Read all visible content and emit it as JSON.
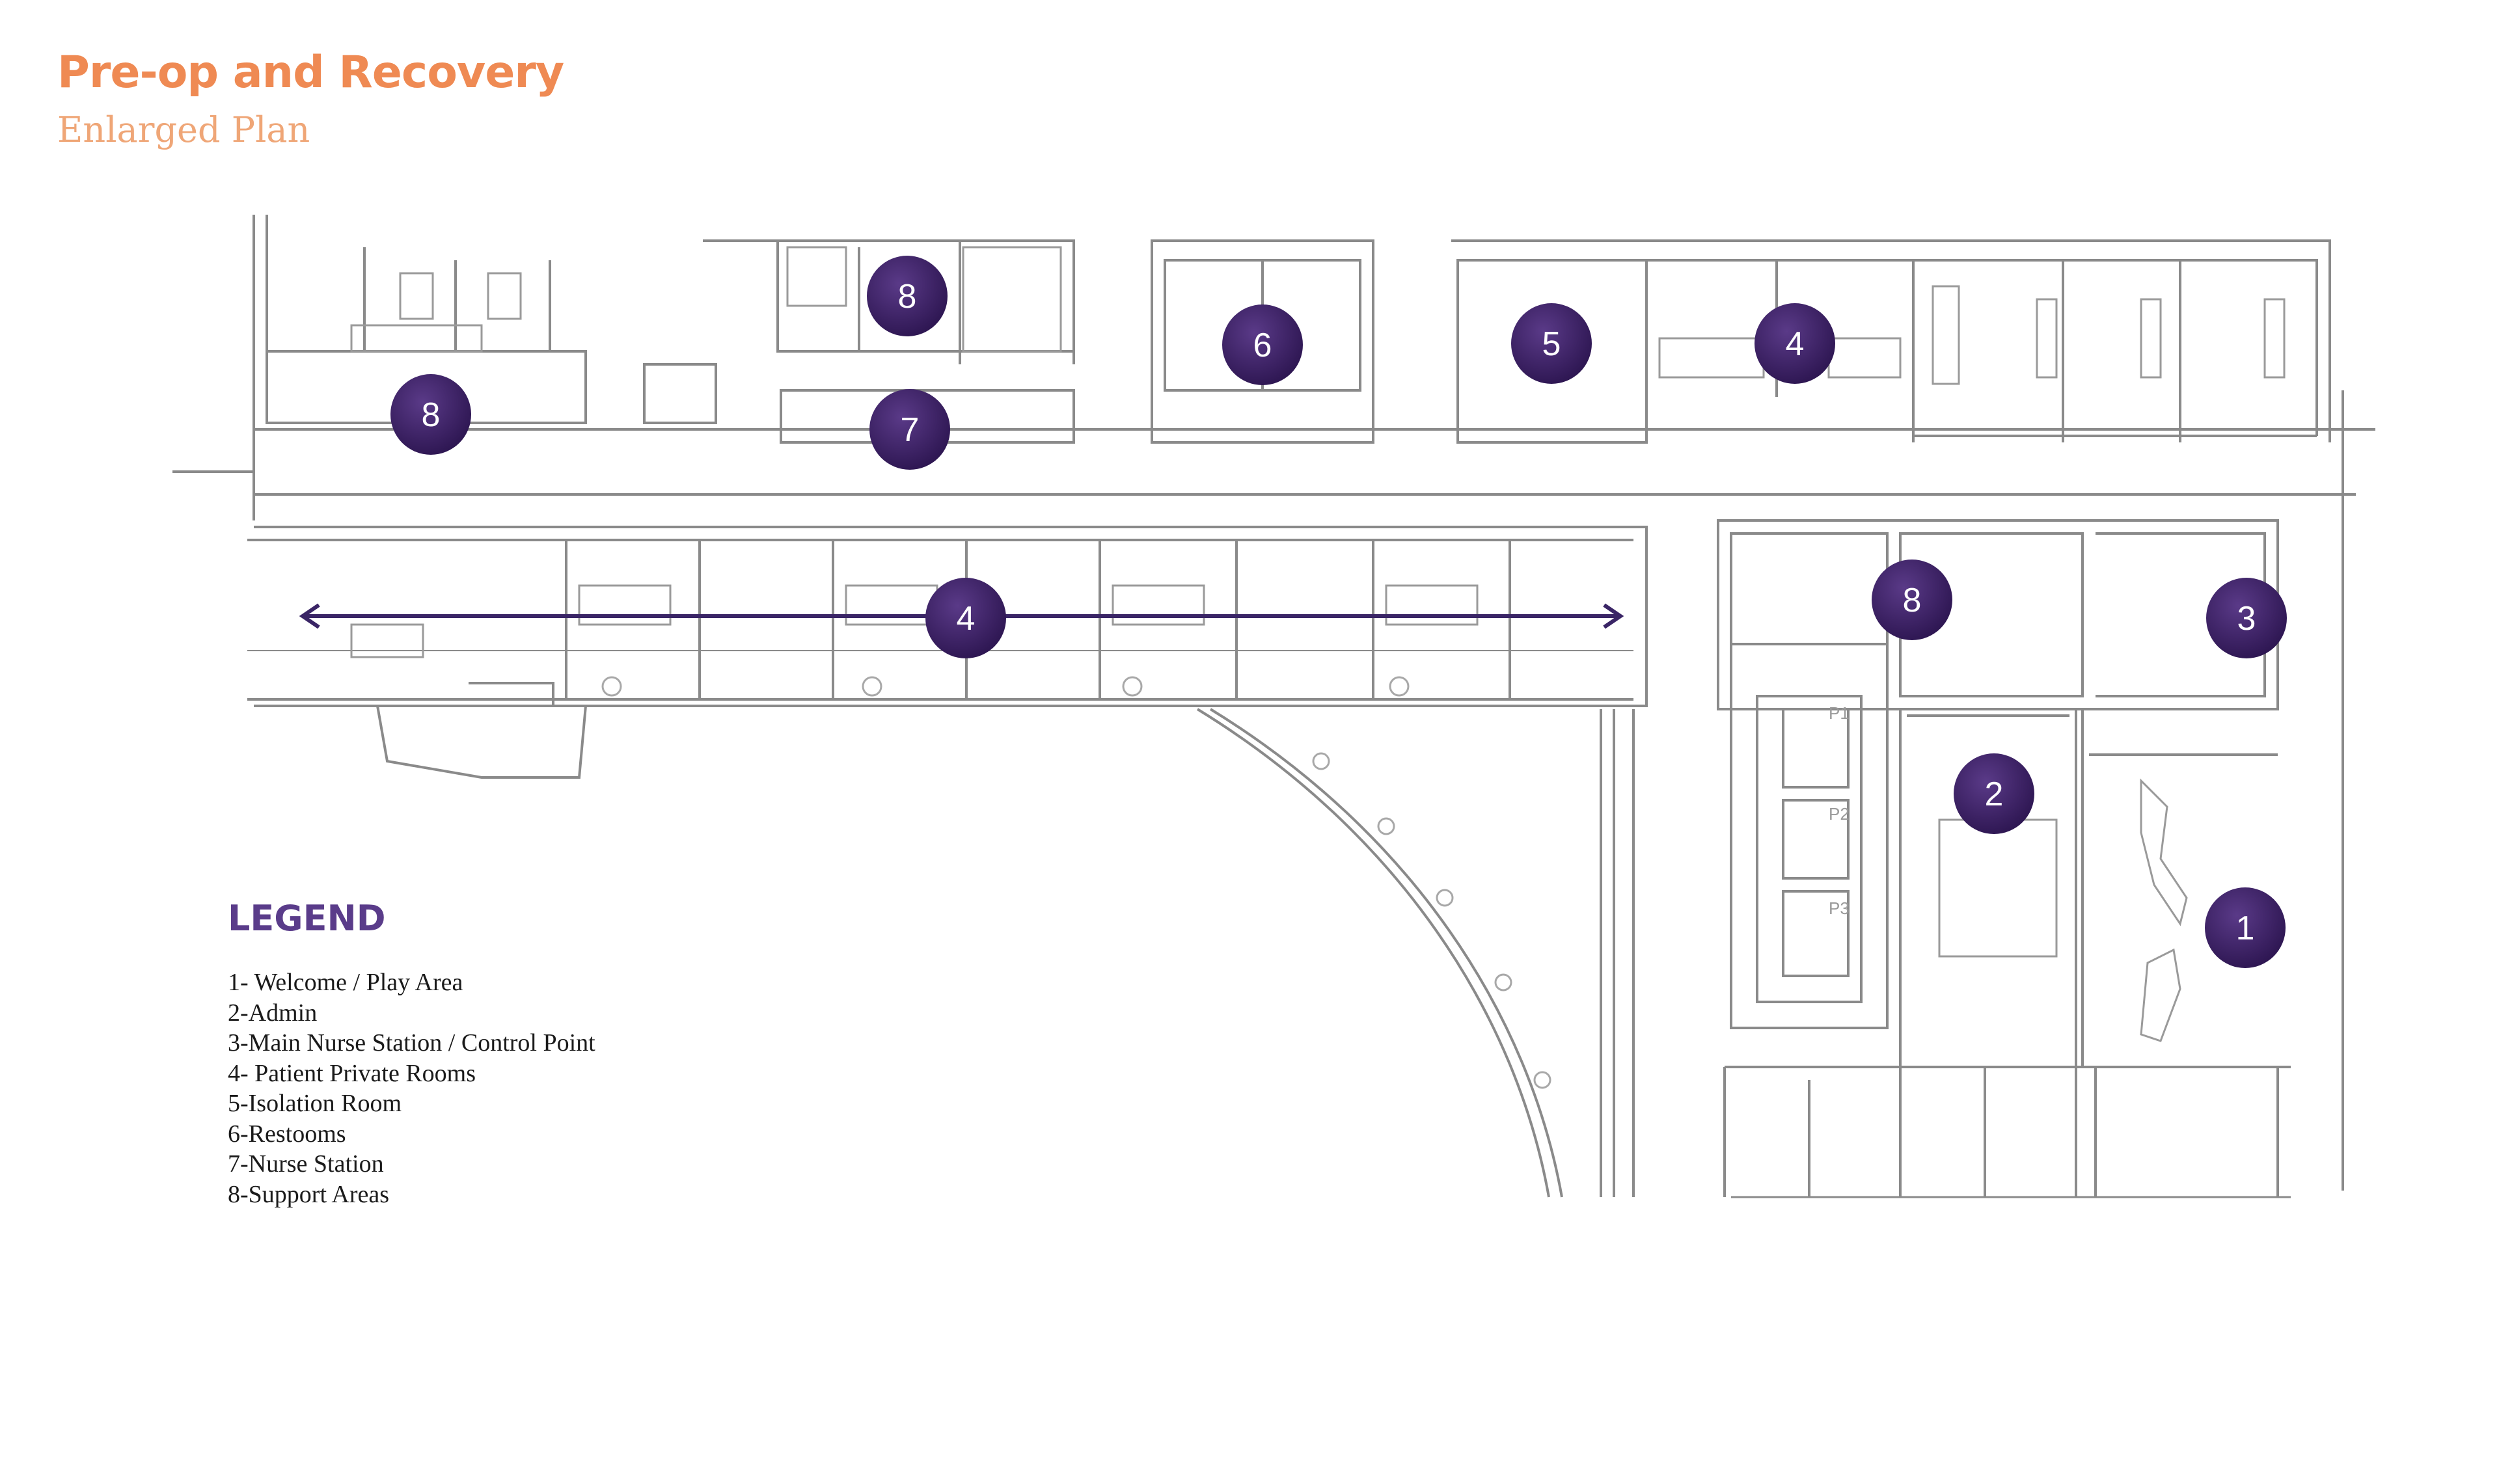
{
  "header": {
    "title": "Pre-op and Recovery",
    "subtitle": "Enlarged Plan"
  },
  "colors": {
    "title": "#ef8a53",
    "subtitle": "#efa677",
    "legend_title": "#5a3c8a",
    "marker": "#3d2164",
    "arrow": "#3a2566",
    "wall": "#8a8a8a",
    "fixture": "#9a9a9a"
  },
  "legend": {
    "title": "LEGEND",
    "items": [
      "1- Welcome / Play Area",
      "2-Admin",
      "3-Main Nurse Station / Control Point",
      "4- Patient Private Rooms",
      "5-Isolation Room",
      "6-Restooms",
      "7-Nurse Station",
      "8-Support Areas"
    ]
  },
  "markers": [
    "8",
    "7",
    "8",
    "6",
    "5",
    "4",
    "4",
    "8",
    "3",
    "2",
    "1"
  ],
  "parking_labels": [
    "P1",
    "P2",
    "P3"
  ]
}
